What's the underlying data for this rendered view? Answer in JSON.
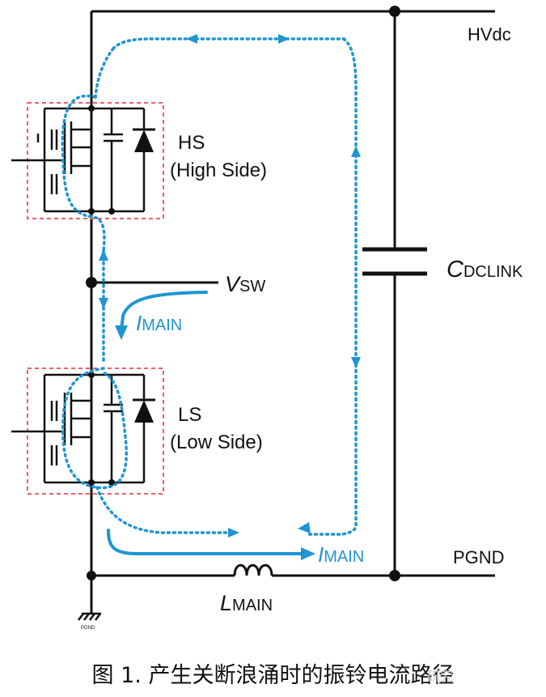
{
  "labels": {
    "hvdc": "HVdc",
    "hs": "HS",
    "hs_sub": "(High Side)",
    "vsw_v": "V",
    "vsw_sub": "SW",
    "imain_i": "I",
    "imain_sub": "MAIN",
    "ls": "LS",
    "ls_sub": "(Low Side)",
    "cdc_c": "C",
    "cdc_sub": "DCLINK",
    "pgnd": "PGND",
    "lmain_l": "L",
    "lmain_sub": "MAIN",
    "pgnd_small": "PGND"
  },
  "caption": "图 1. 产生关断浪涌时的振铃电流路径",
  "watermark": "研究",
  "colors": {
    "wire": "#111111",
    "current": "#1f95d1",
    "box": "#e8606a"
  }
}
